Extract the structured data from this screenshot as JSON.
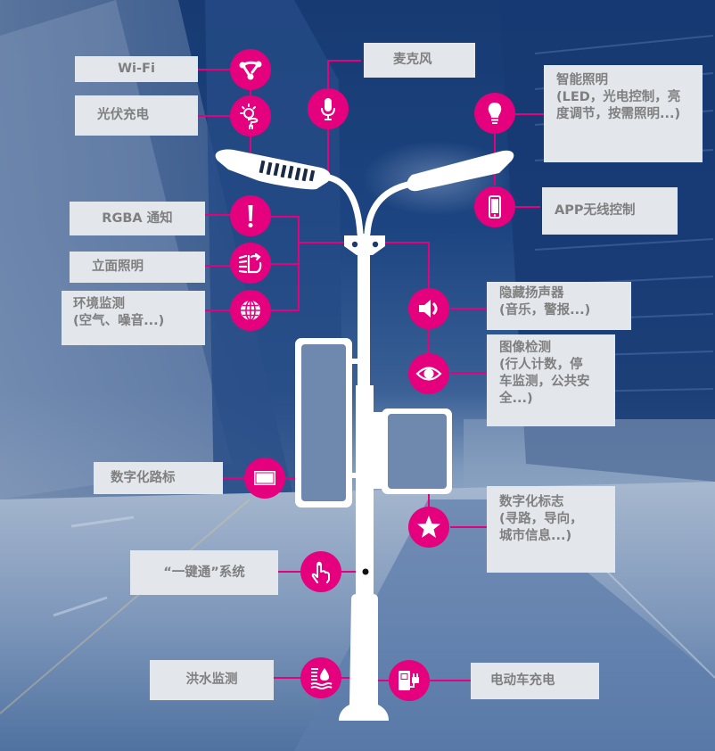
{
  "diagram": {
    "title": "智慧路灯功能示意",
    "accent_color": "#e5007e",
    "label_bg": "#e3e7ec",
    "label_text_color": "#7f7f7f",
    "pole_color": "#ffffff",
    "features": {
      "wifi": {
        "label": "Wi-Fi",
        "icon": "wifi-network-icon"
      },
      "solar": {
        "label": "光伏充电",
        "icon": "solar-charging-icon"
      },
      "microphone": {
        "label": "麦克风",
        "icon": "microphone-icon"
      },
      "smart_lighting": {
        "label": "智能照明\n(LED，光电控制，亮\n度调节，按需照明...)",
        "icon": "light-bulb-icon"
      },
      "app_control": {
        "label": "APP无线控制",
        "icon": "smartphone-icon"
      },
      "rgba": {
        "label": "RGBA 通知",
        "icon": "exclamation-icon"
      },
      "facade": {
        "label": "立面照明",
        "icon": "facade-light-icon"
      },
      "environment": {
        "label": "环境监测\n(空气、噪音...)",
        "icon": "globe-icon"
      },
      "speaker": {
        "label": "隐藏扬声器\n(音乐，警报...)",
        "icon": "speaker-icon"
      },
      "image_detection": {
        "label": "图像检测\n(行人计数，停\n车监测，公共安\n全...)",
        "icon": "eye-icon"
      },
      "digital_road_sign": {
        "label": "数字化路标",
        "icon": "screen-icon"
      },
      "digital_signage": {
        "label": "数字化标志\n(寻路，导向，\n城市信息...)",
        "icon": "star-icon"
      },
      "one_touch": {
        "label": "“一键通”系统",
        "icon": "touch-hand-icon"
      },
      "flood": {
        "label": "洪水监测",
        "icon": "flood-water-icon"
      },
      "ev_charging": {
        "label": "电动车充电",
        "icon": "ev-charger-icon"
      }
    }
  }
}
